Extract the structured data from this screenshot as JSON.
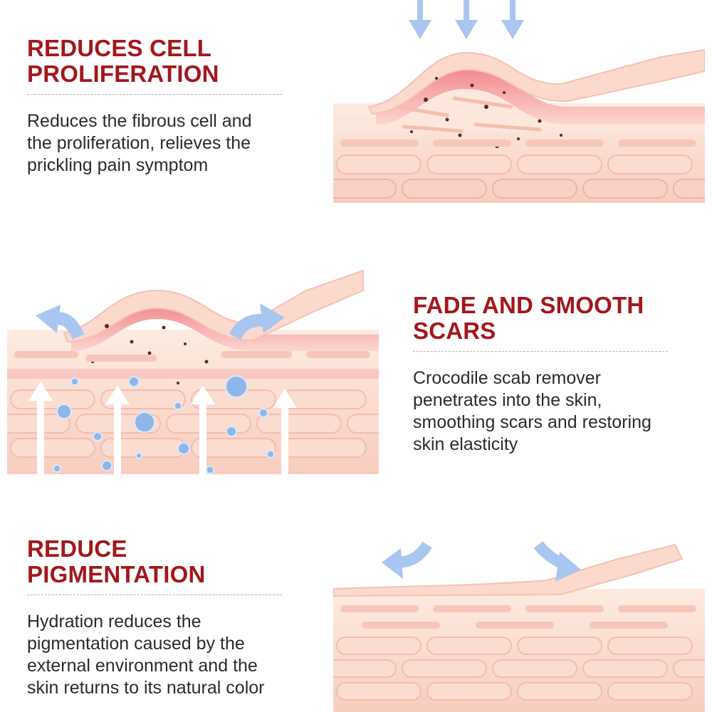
{
  "sections": [
    {
      "heading_line1": "REDUCES CELL",
      "heading_line2": "PROLIFERATION",
      "body_line1": "Reduces the fibrous cell and",
      "body_line2": "the proliferation, relieves the",
      "body_line3": "prickling pain symptom"
    },
    {
      "heading_line1": "FADE AND SMOOTH",
      "heading_line2": "SCARS",
      "body_line1": "Crocodile scab remover",
      "body_line2": "penetrates into the skin,",
      "body_line3": "smoothing scars and restoring",
      "body_line4": "skin elasticity"
    },
    {
      "heading_line1": "REDUCE",
      "heading_line2": "PIGMENTATION",
      "body_line1": "Hydration reduces the",
      "body_line2": "pigmentation caused by the",
      "body_line3": "external environment and the",
      "body_line4": "skin returns to its natural color"
    }
  ],
  "colors": {
    "heading": "#a3171b",
    "body_text": "#2b2b2b",
    "skin_top": "#fbe3d6",
    "skin_cell": "#f7cfc4",
    "scar": "#f08a8f",
    "arrow": "#a9c6f0"
  }
}
